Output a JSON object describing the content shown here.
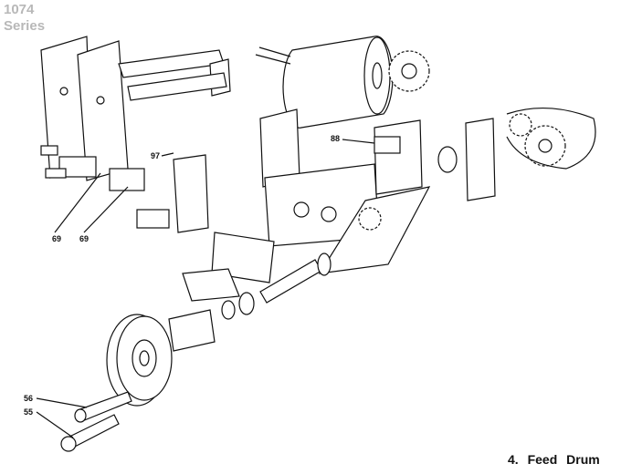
{
  "header": {
    "model": "1074",
    "subtitle": "Series"
  },
  "callouts": {
    "c88": "88",
    "c97": "97",
    "c69a": "69",
    "c69b": "69",
    "c56": "56",
    "c55": "55"
  },
  "caption": {
    "number": "4.",
    "title": "Feed Drum"
  }
}
